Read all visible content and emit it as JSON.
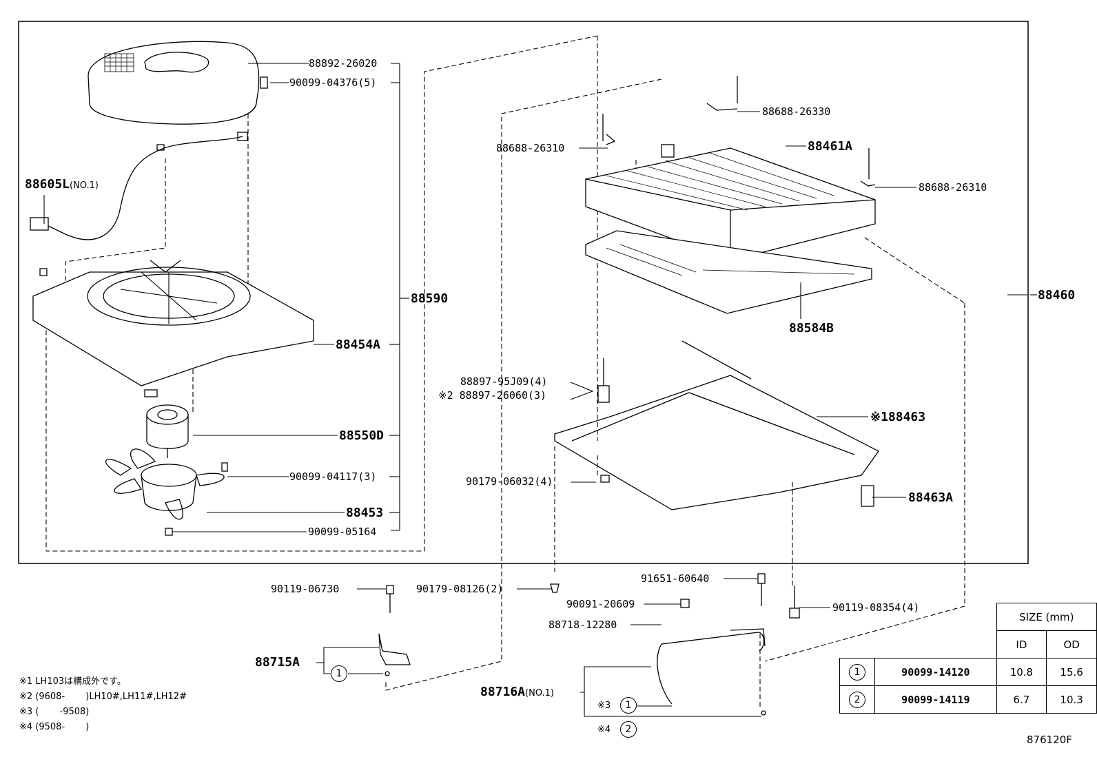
{
  "labels": {
    "p88892": "88892-26020",
    "p90099_04376": "90099-04376(5)",
    "p88605L": "88605L",
    "p88605L_sub": "(NO.1)",
    "p88590": "88590",
    "p88454A": "88454A",
    "p88550D": "88550D",
    "p90099_04117": "90099-04117(3)",
    "p88453": "88453",
    "p90099_05164": "90099-05164",
    "p88688_26330": "88688-26330",
    "p88688_26310a": "88688-26310",
    "p88461A": "88461A",
    "p88688_26310b": "88688-26310",
    "p88460": "88460",
    "p88584B": "88584B",
    "p88897_95J09": "88897-95J09(4)",
    "p88897_26060": "※2 88897-26060(3)",
    "p88463": "※188463",
    "p90179_06032": "90179-06032(4)",
    "p88463A": "88463A",
    "p90119_06730": "90119-06730",
    "p90179_08126": "90179-08126(2)",
    "p91651_60640": "91651-60640",
    "p90091_20609": "90091-20609",
    "p88718_12280": "88718-12280",
    "p90119_08354": "90119-08354(4)",
    "p88715A": "88715A",
    "p88716A": "88716A",
    "p88716A_sub": "(NO.1)",
    "mark3": "※3",
    "mark4": "※4",
    "circle1": "1",
    "circle2": "2",
    "figure_code": "876120F"
  },
  "notes": [
    "※1 LH103は構成外です。",
    "※2 (9608-　　 )LH10#,LH11#,LH12#",
    "※3 (　　 -9508)",
    "※4 (9508-　　 )"
  ],
  "size_table": {
    "header": "SIZE (mm)",
    "col_id": "ID",
    "col_od": "OD",
    "rows": [
      {
        "key": "1",
        "part": "90099-14120",
        "id": "10.8",
        "od": "15.6"
      },
      {
        "key": "2",
        "part": "90099-14119",
        "id": "6.7",
        "od": "10.3"
      }
    ]
  }
}
